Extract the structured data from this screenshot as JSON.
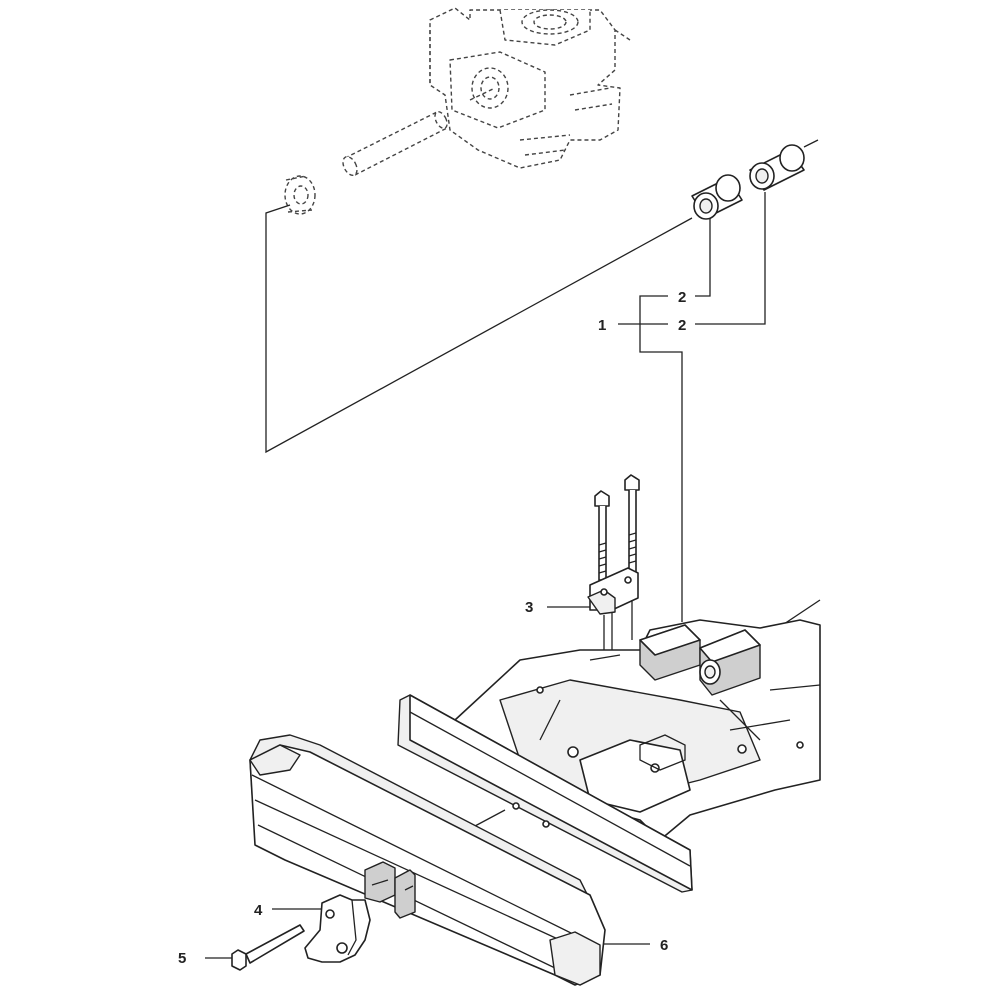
{
  "callouts": {
    "c1": "1",
    "c2a": "2",
    "c2b": "2",
    "c3": "3",
    "c4": "4",
    "c5": "5",
    "c6": "6"
  }
}
